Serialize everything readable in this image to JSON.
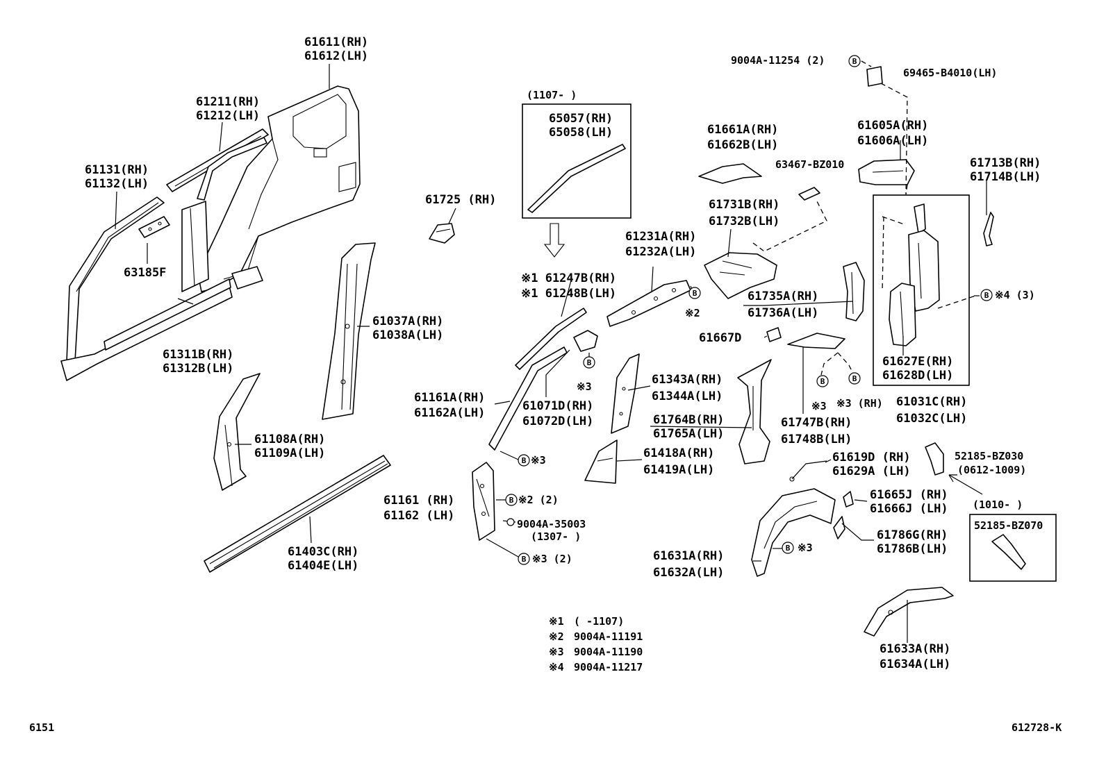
{
  "diagram_id": "6151",
  "illustration_id": "612728-K",
  "labels": [
    {
      "id": "l-61611",
      "lines": [
        "61611(RH)",
        "61612(LH)"
      ]
    },
    {
      "id": "l-61211",
      "lines": [
        "61211(RH)",
        "61212(LH)"
      ]
    },
    {
      "id": "l-61131",
      "lines": [
        "61131(RH)",
        "61132(LH)"
      ]
    },
    {
      "id": "l-63185",
      "lines": [
        "63185F"
      ]
    },
    {
      "id": "l-61311",
      "lines": [
        "61311B(RH)",
        "61312B(LH)"
      ]
    },
    {
      "id": "l-61725",
      "lines": [
        "61725 (RH)"
      ]
    },
    {
      "id": "l-61037",
      "lines": [
        "61037A(RH)",
        "61038A(LH)"
      ]
    },
    {
      "id": "l-61108",
      "lines": [
        "61108A(RH)",
        "61109A(LH)"
      ]
    },
    {
      "id": "l-61403",
      "lines": [
        "61403C(RH)",
        "61404E(LH)"
      ]
    },
    {
      "id": "l-range1107",
      "lines": [
        "(1107-      )"
      ]
    },
    {
      "id": "l-65057",
      "lines": [
        "65057(RH)",
        "65058(LH)"
      ]
    },
    {
      "id": "l-61247",
      "lines": [
        "※1 61247B(RH)",
        "※1 61248B(LH)"
      ]
    },
    {
      "id": "l-61231",
      "lines": [
        "61231A(RH)",
        "61232A(LH)"
      ]
    },
    {
      "id": "l-x2a",
      "lines": [
        "※2"
      ]
    },
    {
      "id": "l-x3a",
      "lines": [
        "※3"
      ]
    },
    {
      "id": "l-61071",
      "lines": [
        "61071D(RH)",
        "61072D(LH)"
      ]
    },
    {
      "id": "l-61161a",
      "lines": [
        "61161A(RH)",
        "61162A(LH)"
      ]
    },
    {
      "id": "l-x3b",
      "lines": [
        "※3"
      ]
    },
    {
      "id": "l-61161",
      "lines": [
        "61161 (RH)",
        "61162 (LH)"
      ]
    },
    {
      "id": "l-x2b",
      "lines": [
        "※2 (2)"
      ]
    },
    {
      "id": "l-35003",
      "lines": [
        "9004A-35003",
        "(1307-      )"
      ]
    },
    {
      "id": "l-x3c",
      "lines": [
        "※3 (2)"
      ]
    },
    {
      "id": "l-61343",
      "lines": [
        "61343A(RH)",
        "61344A(LH)"
      ]
    },
    {
      "id": "l-61764",
      "lines": [
        "61764B(RH)",
        "61765A(LH)"
      ]
    },
    {
      "id": "l-61418",
      "lines": [
        "61418A(RH)",
        "61419A(LH)"
      ]
    },
    {
      "id": "l-11254",
      "lines": [
        "9004A-11254 (2)"
      ]
    },
    {
      "id": "l-69465",
      "lines": [
        "69465-B4010(LH)"
      ]
    },
    {
      "id": "l-61661",
      "lines": [
        "61661A(RH)",
        "61662B(LH)"
      ]
    },
    {
      "id": "l-61605",
      "lines": [
        "61605A(RH)",
        "61606A(LH)"
      ]
    },
    {
      "id": "l-63467",
      "lines": [
        "63467-BZ010"
      ]
    },
    {
      "id": "l-61713",
      "lines": [
        "61713B(RH)",
        "61714B(LH)"
      ]
    },
    {
      "id": "l-61731",
      "lines": [
        "61731B(RH)",
        "61732B(LH)"
      ]
    },
    {
      "id": "l-61735",
      "lines": [
        "61735A(RH)",
        "61736A(LH)"
      ]
    },
    {
      "id": "l-x4",
      "lines": [
        "※4 (3)"
      ]
    },
    {
      "id": "l-61667",
      "lines": [
        "61667D"
      ]
    },
    {
      "id": "l-61627",
      "lines": [
        "61627E(RH)",
        "61628D(LH)"
      ]
    },
    {
      "id": "l-x3d",
      "lines": [
        "※3"
      ]
    },
    {
      "id": "l-x3rh",
      "lines": [
        "※3 (RH)"
      ]
    },
    {
      "id": "l-61747",
      "lines": [
        "61747B(RH)",
        "61748B(LH)"
      ]
    },
    {
      "id": "l-61031",
      "lines": [
        "61031C(RH)",
        "61032C(LH)"
      ]
    },
    {
      "id": "l-52185a",
      "lines": [
        "52185-BZ030",
        "(0612-1009)"
      ]
    },
    {
      "id": "l-61619",
      "lines": [
        "61619D (RH)",
        "61629A (LH)"
      ]
    },
    {
      "id": "l-61665",
      "lines": [
        "61665J (RH)",
        "61666J (LH)"
      ]
    },
    {
      "id": "l-range1010",
      "lines": [
        "(1010-      )"
      ]
    },
    {
      "id": "l-52185b",
      "lines": [
        "52185-BZ070"
      ]
    },
    {
      "id": "l-61786",
      "lines": [
        "61786G(RH)",
        "61786B(LH)"
      ]
    },
    {
      "id": "l-x3e",
      "lines": [
        "※3"
      ]
    },
    {
      "id": "l-61631",
      "lines": [
        "61631A(RH)",
        "61632A(LH)"
      ]
    },
    {
      "id": "l-61633",
      "lines": [
        "61633A(RH)",
        "61634A(LH)"
      ]
    }
  ],
  "bolt_marker": "B",
  "notes": [
    {
      "mark": "※1",
      "text": "(      -1107)"
    },
    {
      "mark": "※2",
      "text": "9004A-11191"
    },
    {
      "mark": "※3",
      "text": "9004A-11190"
    },
    {
      "mark": "※4",
      "text": "9004A-11217"
    }
  ]
}
